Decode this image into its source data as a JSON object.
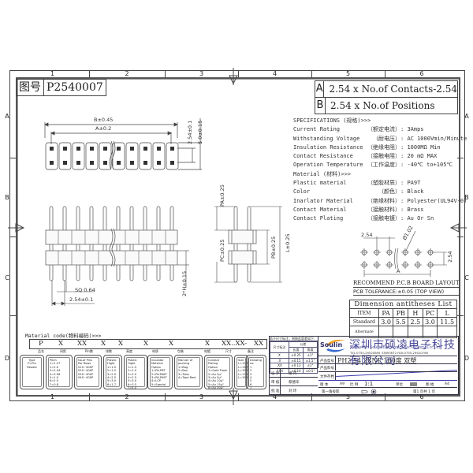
{
  "drawing": {
    "number_label": "图号",
    "number": "P2540007",
    "zones_columns": [
      "1",
      "2",
      "3",
      "4",
      "5",
      "6"
    ],
    "zones_rows": [
      "A",
      "B",
      "C",
      "D"
    ]
  },
  "formulas": [
    {
      "key": "A",
      "value": "2.54 x No.of Contacts-2.54"
    },
    {
      "key": "B",
      "value": "2.54 x No.of Positions"
    }
  ],
  "specifications": {
    "header": "SPECIFICATIONS (规格)>>>",
    "items": [
      {
        "name": "Current Rating",
        "cn": "（额定电流）",
        "value": "3Amps"
      },
      {
        "name": "Withstanding Voltage",
        "cn": "（耐电压）",
        "value": "AC 1000Vmin/Minute"
      },
      {
        "name": "Insulation Resistance",
        "cn": "（绝缘电阻）",
        "value": "1000MΩ Min"
      },
      {
        "name": "Contact Resistance",
        "cn": "（接触电阻）",
        "value": "20 mΩ MAX"
      },
      {
        "name": "Operation Temperature",
        "cn": "（工作温度）",
        "value": "-40℃ to+105℃"
      }
    ],
    "material_header": "Material (材料)>>>",
    "materials": [
      {
        "name": "Plastic material",
        "cn": "（塑胶材质）",
        "value": "PA9T"
      },
      {
        "name": "Color",
        "cn": "（颜色）",
        "value": "Black"
      },
      {
        "name": "Inarlator Material",
        "cn": "（绝缘材料）",
        "value": "Polyester(UL94V-0)"
      },
      {
        "name": "Contact Material",
        "cn": "（接触材料）",
        "value": "Brass"
      },
      {
        "name": "Contact Plating",
        "cn": "（接触电镀）",
        "value": "Au Or Sn"
      }
    ]
  },
  "top_view": {
    "dim_b": "B±0.45",
    "dim_a": "A±0.2",
    "dim_pitch_v": "2.54±0.1",
    "dim_height": "5.0±0.15"
  },
  "front_view": {
    "dim_sq": "SQ 0.64",
    "dim_pitch": "2.54±0.1",
    "dim_h": "2*H±0.15"
  },
  "side_view": {
    "dim_pa": "PA±0.25",
    "dim_pc": "PC±0.25",
    "dim_pb": "PB±0.25",
    "dim_l": "L±0.25"
  },
  "pcb_layout": {
    "dim_pitch": "2.54",
    "dim_hole": "Ø1.02",
    "dim_row": "2.54",
    "dim_a": "A",
    "caption": "RECOMMEND P.C.B BOARD LAYOUT",
    "tolerance": "PCB TOLERANCE:±0.05 (TOP VIEW)"
  },
  "dimension_table": {
    "title": "Dimension antitheses List",
    "headers": [
      "ITEM",
      "PA",
      "PB",
      "H",
      "PC",
      "L"
    ],
    "rows": [
      [
        "Standard",
        "3.0",
        "5.5",
        "2.5",
        "3.0",
        "11.5"
      ],
      [
        "Alternate",
        "",
        "",
        "",
        "",
        ""
      ]
    ]
  },
  "material_code": {
    "label": "Material code(物料编码)>>>",
    "segments": [
      "P",
      "X",
      "XX",
      "X",
      "X",
      "X",
      "X",
      "X",
      "XX..XX-",
      "XX"
    ],
    "categories": [
      "品名",
      "间距",
      "Pin数",
      "排数",
      "高度",
      "材质",
      "包装",
      "电镀",
      "尺寸",
      "备注"
    ],
    "cards": [
      {
        "lines": [
          "Type",
          "P=Pin Header"
        ]
      },
      {
        "lines": [
          "Pitch",
          "1=1.27",
          "2=2.0",
          "3=2.54",
          "4=3.96",
          "5=1.0",
          "6=2.5",
          "7=0.8"
        ]
      },
      {
        "lines": [
          "No.of Pins",
          "Per Rows",
          "01X~40XP",
          "02X~40XP",
          "03X~40XP",
          "04X~40XP"
        ]
      },
      {
        "lines": [
          "Plastic",
          "Hight",
          "1=1.0",
          "2=1.5",
          "3=2.0",
          "4=2.5",
          "5=3.0",
          "6=1.7"
        ]
      },
      {
        "lines": [
          "Plastic",
          "Hight",
          "1=1.5 2=1.5",
          "3=2.0 4=2.5",
          "5=3.0 6=3.5",
          "7=4.0 8=5.0",
          "9=6.0 A=7.0"
        ]
      },
      {
        "lines": [
          "Insulator",
          "Material",
          "Option",
          "1=PA-PBT",
          "2=PA-PA6T",
          "3=PA-PA9T",
          "4=LCP",
          "5=Special"
        ]
      },
      {
        "lines": [
          "Manner of",
          "packing",
          "1=Bag",
          "2=Box",
          "3=Tube",
          "4=Tape Reel"
        ]
      },
      {
        "lines": [
          "Contact Plating",
          "Option",
          "1=Gold Flash",
          "2=Au 3μ\"",
          "3=Au 5μ\"",
          "4=Au 10μ\"",
          "5=Au 15μ\"",
          "6=Au 30μ\"",
          "7=Au 50μ\"",
          "8=Tin"
        ]
      },
      {
        "lines": [
          "Size",
          "L=11.5",
          "L=13.5",
          "L=15.0",
          "L=17.0",
          "L=19.0"
        ]
      },
      {
        "lines": [
          "Drawing no.",
          "1",
          "2",
          "3",
          "4",
          "5",
          "6",
          "7",
          "...",
          "1000"
        ]
      }
    ]
  },
  "title_block": {
    "tolerance_header": "若于尺寸标注，则按此容差如下:",
    "tolerance_cols": [
      "尺寸标注",
      "长度",
      "角度"
    ],
    "tolerance_group": "公差",
    "tolerance_rows": [
      [
        "X",
        "±0.25",
        "±1°"
      ],
      [
        ".X",
        "±0.15",
        "±1.5°"
      ],
      [
        ".XX",
        "±0.13",
        "±1°"
      ],
      [
        ".XXX",
        "±0.10",
        "±0.5°"
      ]
    ],
    "brand": "Soulin",
    "company_cn": "深圳市硕凌电子科技有限公司",
    "company_en": "Shenzhen Soulin Electronics Technology Co.,Ltd",
    "company_tel": "TEL:0755-29520895 33893672    FAX:0755-29520798",
    "product_label": "产品型号",
    "product_name": "PH2.54 2XNP 180度 双塑",
    "part_label": "产品料号",
    "part_value": "",
    "doc_label": "文件存档",
    "drawn_label": "设 计",
    "drawn_by": "谢 河",
    "checked_label": "审 核",
    "checked_by": "蔡德华",
    "approved_label": "批 准",
    "approved_by": "刘 玲",
    "version_label": "版 本",
    "version": "A9",
    "scale_label": "比 例",
    "scale": "1:1",
    "unit_label": "单位",
    "unit": "mm",
    "size_label": "图 幅",
    "size": "A4",
    "projection_label": "第一角投影",
    "sheet": "第1 页共 1 页"
  }
}
